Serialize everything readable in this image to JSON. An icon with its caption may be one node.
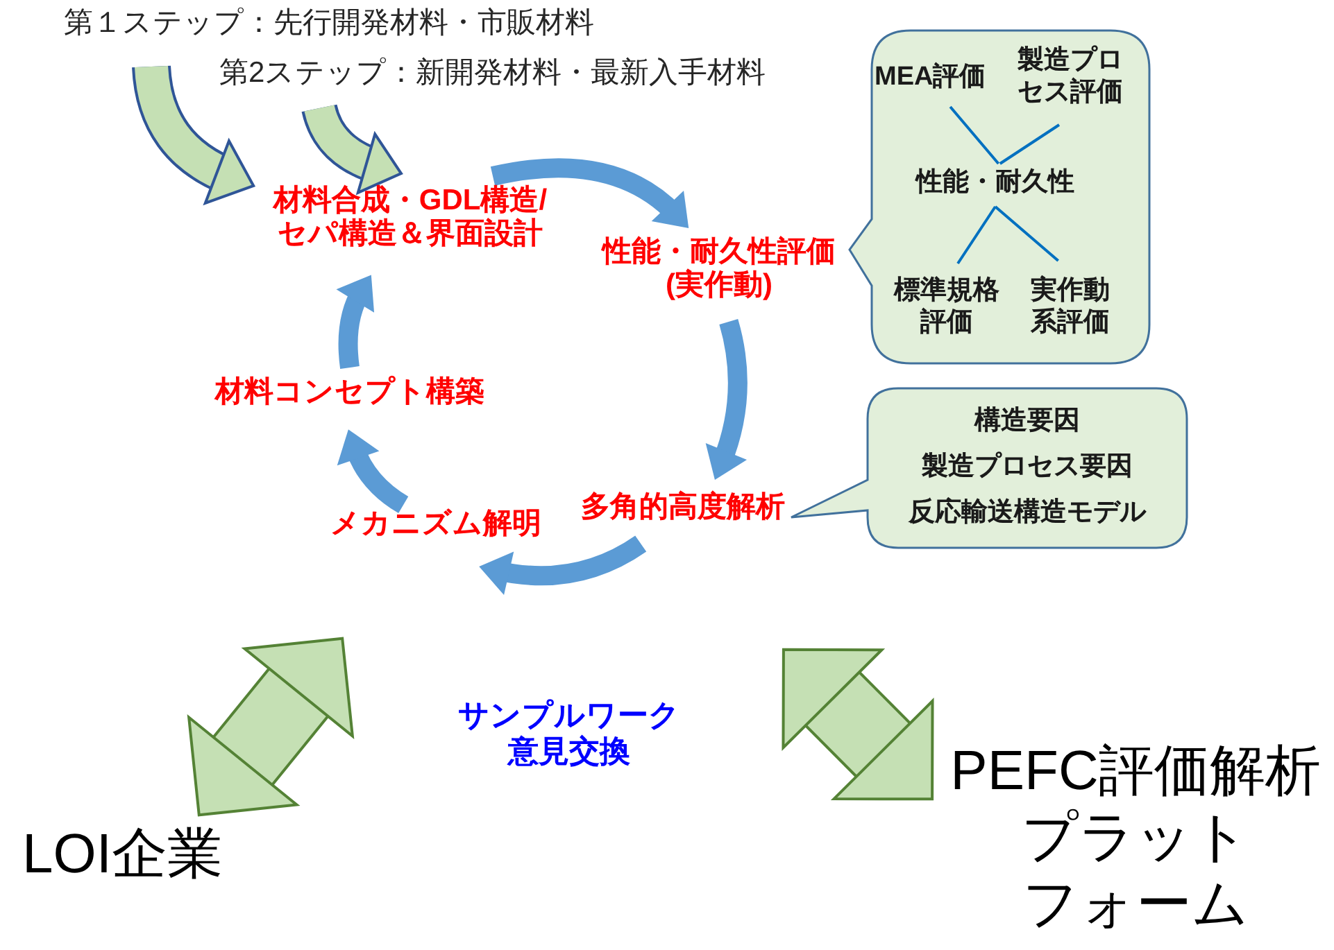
{
  "diagram": {
    "nodes": [
      {
        "text": [
          "第１ステップ：先行開発材料・市販材料"
        ]
      },
      {
        "text": [
          "第2ステップ：新開発材料・最新入手材料"
        ]
      },
      {
        "text": [
          "材料合成・GDL構造/セパ構造＆界面設計"
        ]
      },
      {
        "text": [
          "性能・耐久性評価(実作動)"
        ]
      },
      {
        "text": [
          "多角的高度解析"
        ]
      },
      {
        "text": [
          "メカニズム解明"
        ]
      },
      {
        "text": [
          "材料コンセプト構築"
        ]
      },
      {
        "text": [],
        "shape": "callout"
      },
      {
        "text": [
          "MEA評価"
        ],
        "in": 7
      },
      {
        "text": [
          "製造プロセス評価"
        ],
        "in": 7
      },
      {
        "text": [
          "性能・耐久性"
        ],
        "in": 7
      },
      {
        "text": [
          "標準規格評価"
        ],
        "in": 7
      },
      {
        "text": [
          "実作動系評価"
        ],
        "in": 7
      },
      {
        "text": [
          "構造要因",
          "製造プロセス要因",
          "反応輸送構造モデル"
        ]
      },
      {
        "text": [
          "LOI企業"
        ]
      },
      {
        "text": [
          "PEFC評価解析プラットフォーム"
        ]
      }
    ],
    "edges": [
      {
        "from": 0,
        "to": 2,
        "arrow": "to",
        "color": "#c5e0b4"
      },
      {
        "from": 1,
        "to": 2,
        "arrow": "to",
        "color": "#c5e0b4"
      },
      {
        "from": 2,
        "to": 3,
        "arrow": "to",
        "color": "#5b9bd5"
      },
      {
        "from": 3,
        "to": 4,
        "arrow": "to",
        "color": "#5b9bd5"
      },
      {
        "from": 4,
        "to": 5,
        "arrow": "to",
        "color": "#5b9bd5"
      },
      {
        "from": 5,
        "to": 6,
        "arrow": "to",
        "color": "#5b9bd5"
      },
      {
        "from": 6,
        "to": 2,
        "arrow": "to",
        "color": "#5b9bd5"
      },
      {
        "from": 8,
        "to": 10,
        "arrow": "none",
        "color": "#0070c0"
      },
      {
        "from": 9,
        "to": 10,
        "arrow": "none",
        "color": "#0070c0"
      },
      {
        "from": 10,
        "to": 11,
        "arrow": "none",
        "color": "#0070c0"
      },
      {
        "from": 10,
        "to": 12,
        "arrow": "none",
        "color": "#0070c0"
      },
      {
        "from": 14,
        "to": 5,
        "arrow": "both",
        "style": "thick",
        "color": "#c5e0b4"
      },
      {
        "from": 15,
        "to": 4,
        "arrow": "both",
        "style": "thick",
        "color": "#c5e0b4"
      }
    ],
    "labels": [
      "サンプルワーク意見交換"
    ]
  }
}
